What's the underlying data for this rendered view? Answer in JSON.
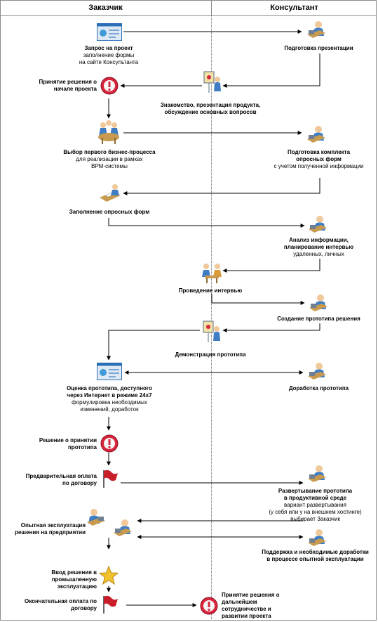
{
  "columns": {
    "left": "Заказчик",
    "right": "Консультант"
  },
  "steps": [
    {
      "id": "s1",
      "bold": [
        "Запрос на проект"
      ],
      "normal": [
        "заполнение формы",
        "на сайте Консультанта"
      ]
    },
    {
      "id": "s2",
      "bold": [
        "Подготовка презентации"
      ],
      "normal": []
    },
    {
      "id": "s3",
      "bold": [
        "Принятие решения о",
        "начале проекта"
      ],
      "normal": []
    },
    {
      "id": "s4",
      "bold": [
        "Знакомство, презентация продукта,",
        "обсуждение основных вопросов"
      ],
      "normal": []
    },
    {
      "id": "s5",
      "bold": [
        "Выбор первого бизнес-процесса"
      ],
      "normal": [
        "для реализации в рамках",
        "BPM-системы"
      ]
    },
    {
      "id": "s6",
      "bold": [
        "Подготовка комплекта",
        "опросных форм"
      ],
      "normal": [
        "с учетом полученной информации"
      ]
    },
    {
      "id": "s7",
      "bold": [
        "Заполнение опросных форм"
      ],
      "normal": []
    },
    {
      "id": "s8",
      "bold": [
        "Анализ информации,",
        "планирование интервью"
      ],
      "normal": [
        "удаленных, личных"
      ]
    },
    {
      "id": "s9",
      "bold": [
        "Проведение интервью"
      ],
      "normal": []
    },
    {
      "id": "s10",
      "bold": [
        "Создание прототипа решения"
      ],
      "normal": []
    },
    {
      "id": "s11",
      "bold": [
        "Демонстрация прототипа"
      ],
      "normal": []
    },
    {
      "id": "s12",
      "bold": [
        "Оценка прототипа, доступного",
        "через Интернет в режиме 24x7"
      ],
      "normal": [
        "формулировка необходимых",
        "изменений, доработок"
      ]
    },
    {
      "id": "s13",
      "bold": [
        "Доработка прототипа"
      ],
      "normal": []
    },
    {
      "id": "s14",
      "bold": [
        "Решение о принятии",
        "прототипа"
      ],
      "normal": []
    },
    {
      "id": "s15",
      "bold": [
        "Предварительная оплата",
        "по договору"
      ],
      "normal": []
    },
    {
      "id": "s16",
      "bold": [
        "Развертывание прототипа",
        "в продуктивной среде"
      ],
      "normal": [
        "вариант развертывания",
        "(у себя или у на внешнем хостинге)",
        "выбирает Заказчик"
      ]
    },
    {
      "id": "s17",
      "bold": [
        "Опытная эксплуатация",
        "решения на предприятии"
      ],
      "normal": []
    },
    {
      "id": "s18",
      "bold": [
        "Поддержка и необходимые доработки",
        "в процессе опытной эксплуатации"
      ],
      "normal": []
    },
    {
      "id": "s19",
      "bold": [
        "Ввод решения в",
        "промышленную эксплуатацию"
      ],
      "normal": []
    },
    {
      "id": "s20",
      "bold": [
        "Окончательная оплата по",
        "договору"
      ],
      "normal": []
    },
    {
      "id": "s21",
      "bold": [
        "Принятие решения о",
        "дальнейшем",
        "сотрудничестве и",
        "развитии проекта"
      ],
      "normal": []
    }
  ],
  "colors": {
    "border": "#8a8a8a",
    "arrow": "#000000",
    "alert_red": "#d7263d",
    "screen_blue": "#2a6fb5",
    "person_blue": "#3f7ec4",
    "desk_tan": "#c79a4f",
    "flag_red": "#c81e2a",
    "star_gold": "#f2c12e"
  }
}
